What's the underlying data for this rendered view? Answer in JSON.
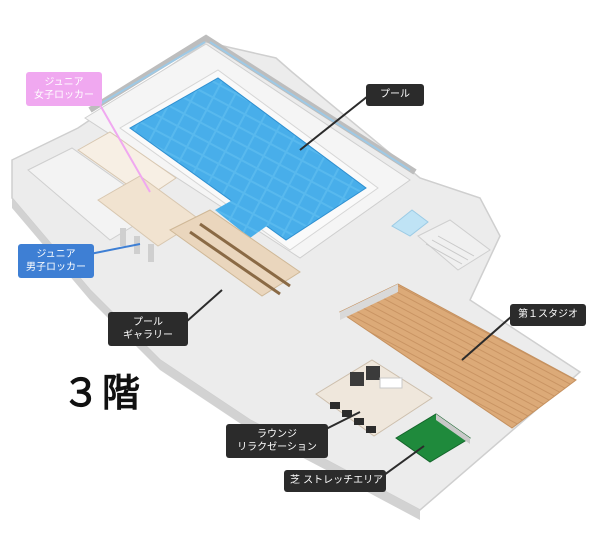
{
  "floor": "３階",
  "labels": {
    "pool": "プール",
    "junior_girls_locker": [
      "ジュニア",
      "女子ロッカー"
    ],
    "junior_boys_locker": [
      "ジュニア",
      "男子ロッカー"
    ],
    "pool_gallery": [
      "プール",
      "ギャラリー"
    ],
    "studio1": "第１スタジオ",
    "lounge": [
      "ラウンジ",
      "リラクゼーション"
    ],
    "turf_stretch": "芝 ストレッチエリア"
  },
  "colors": {
    "callout_dark": "#2b2b2b",
    "callout_pink": "#f0a8f0",
    "callout_blue": "#3e7fd4",
    "pool_water": "#4fb3ea",
    "wood_floor": "#d9a877",
    "turf": "#1f8a3c",
    "wall": "#e4e4e4"
  }
}
